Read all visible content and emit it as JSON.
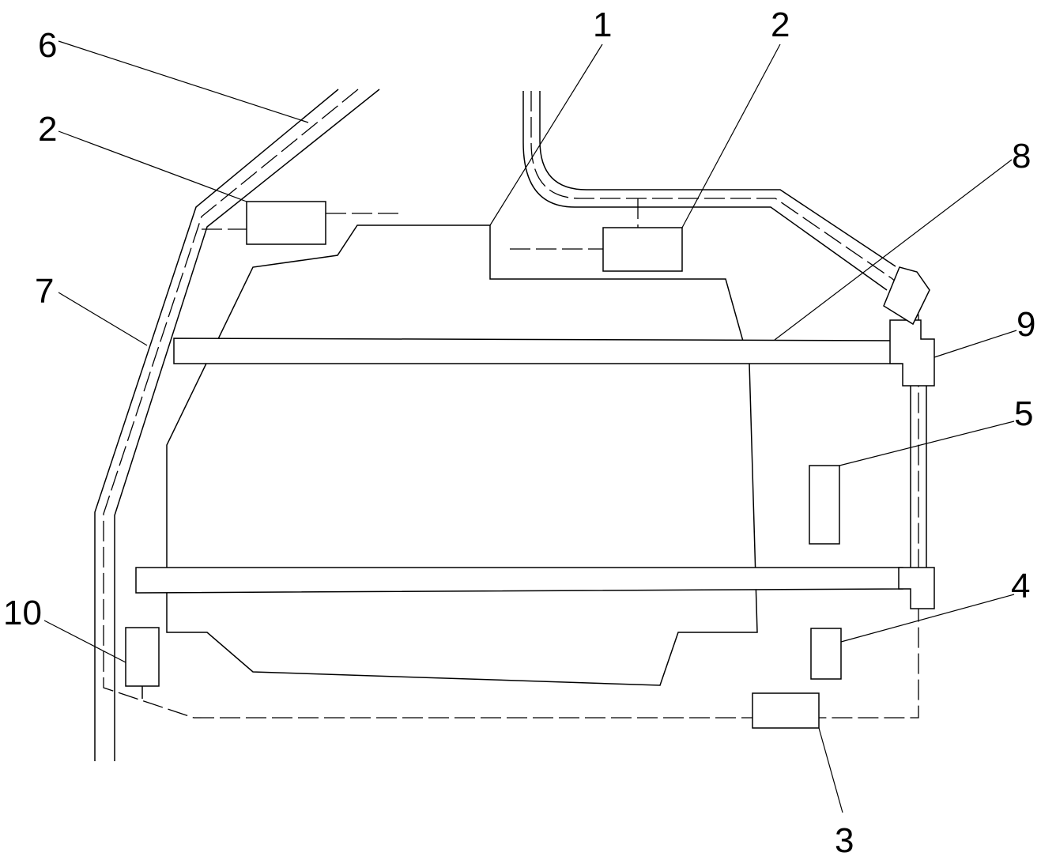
{
  "labels": {
    "l1": "1",
    "l2a": "2",
    "l2b": "2",
    "l3": "3",
    "l4": "4",
    "l5": "5",
    "l6": "6",
    "l7": "7",
    "l8": "8",
    "l9": "9",
    "l10": "10"
  },
  "colors": {
    "stroke": "#000000",
    "background": "#ffffff"
  }
}
